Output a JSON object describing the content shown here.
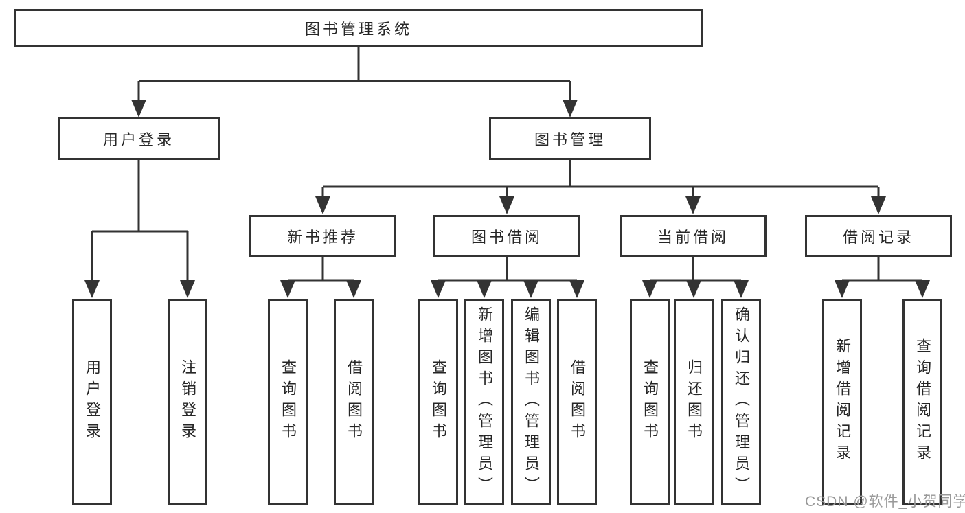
{
  "tree": {
    "root": "图书管理系统",
    "branches": [
      {
        "label": "用户登录",
        "children": [
          "用户登录",
          "注销登录"
        ]
      },
      {
        "label": "图书管理",
        "groups": [
          {
            "label": "新书推荐",
            "children": [
              "查询图书",
              "借阅图书"
            ]
          },
          {
            "label": "图书借阅",
            "children": [
              "查询图书",
              "新增图书（管理员）",
              "编辑图书（管理员）",
              "借阅图书"
            ]
          },
          {
            "label": "当前借阅",
            "children": [
              "查询图书",
              "归还图书",
              "确认归还（管理员）"
            ]
          },
          {
            "label": "借阅记录",
            "children": [
              "新增借阅记录",
              "查询借阅记录"
            ]
          }
        ]
      }
    ]
  },
  "watermark": "CSDN @软件_小贺同学",
  "colors": {
    "line": "#333333",
    "text": "#262626",
    "box_background": "#ffffff",
    "watermark": "#999999"
  }
}
